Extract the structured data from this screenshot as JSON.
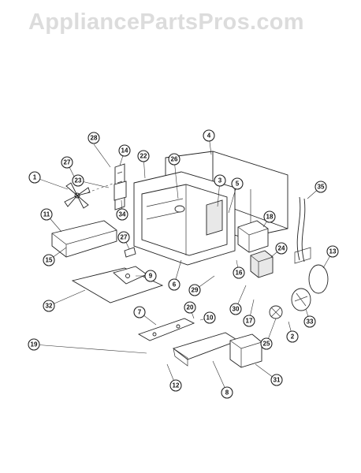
{
  "watermark": "AppliancePartsPros.com",
  "callouts": [
    "28",
    "14",
    "22",
    "4",
    "26",
    "27",
    "23",
    "3",
    "5",
    "35",
    "1",
    "34",
    "11",
    "18",
    "27",
    "15",
    "9",
    "24",
    "13",
    "16",
    "29",
    "6",
    "32",
    "30",
    "17",
    "33",
    "20",
    "7",
    "10",
    "25",
    "2",
    "19",
    "12",
    "8",
    "31"
  ]
}
